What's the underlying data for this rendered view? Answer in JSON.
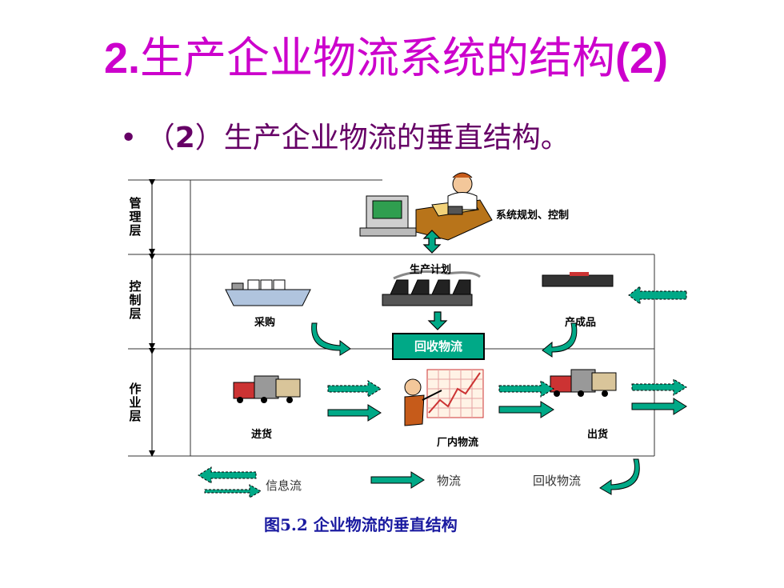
{
  "title": {
    "number": "2.",
    "text": "生产企业物流系统的结构",
    "suffix": "(2)"
  },
  "subtitle": {
    "bullet": "•",
    "open": "（",
    "number": "2",
    "close": "）",
    "text": "生产企业物流的垂直结构。"
  },
  "layers": {
    "management": "管理层",
    "control": "控制层",
    "operation": "作业层"
  },
  "labels": {
    "system_planning": "系统规划、控制",
    "production_plan": "生产计划",
    "purchase": "采购",
    "finished_goods": "产成品",
    "recycle_logistics": "回收物流",
    "incoming": "进货",
    "in_plant_logistics": "厂内物流",
    "outgoing": "出货"
  },
  "legend": {
    "info_flow": "信息流",
    "material_flow": "物流",
    "recycle_flow": "回收物流"
  },
  "caption": "图5.2  企业物流的垂直结构",
  "colors": {
    "title": "#cc00cc",
    "subtitle": "#660066",
    "arrow_fill": "#00a987",
    "caption": "#1a1aa0"
  }
}
